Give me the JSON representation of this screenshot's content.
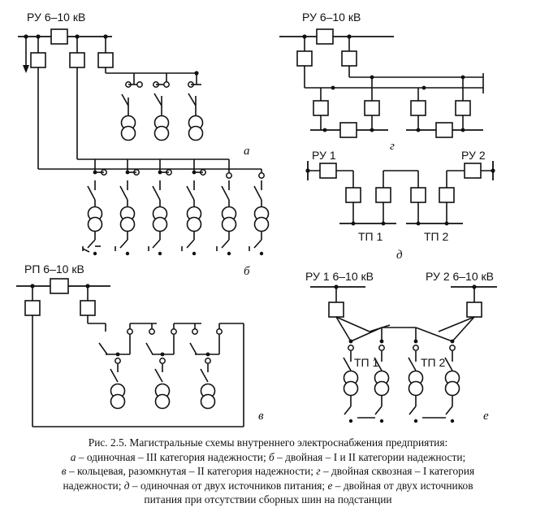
{
  "labels": {
    "a_bus": "РУ 6–10 кВ",
    "g_bus": "РУ 6–10 кВ",
    "v_bus": "РП 6–10 кВ",
    "d_ru1": "РУ 1",
    "d_ru2": "РУ 2",
    "d_tp1": "ТП 1",
    "d_tp2": "ТП 2",
    "e_ru1": "РУ 1 6–10 кВ",
    "e_ru2": "РУ 2 6–10 кВ",
    "e_tp1": "ТП 1",
    "e_tp2": "ТП 2"
  },
  "tags": {
    "a": "а",
    "b": "б",
    "v": "в",
    "g": "г",
    "d": "д",
    "e": "е"
  },
  "caption": {
    "line1": "Рис. 2.5. Магистральные схемы внутреннего электроснабжения предприятия:",
    "a_letter": "а",
    "a_text": " – одиночная – III категория надежности; ",
    "b_letter": "б",
    "b_text": " – двойная – I и II категории надежности;",
    "v_letter": "в",
    "v_text": " – кольцевая, разомкнутая – II категория надежности; ",
    "g_letter": "г",
    "g_text": " – двойная сквозная – I категория",
    "line4": "надежности; ",
    "d_letter": "д",
    "d_text": " – одиночная от двух источников питания; ",
    "e_letter": "е",
    "e_text": " – двойная от двух источников",
    "line5": "питания при отсутствии сборных шин на подстанции"
  }
}
